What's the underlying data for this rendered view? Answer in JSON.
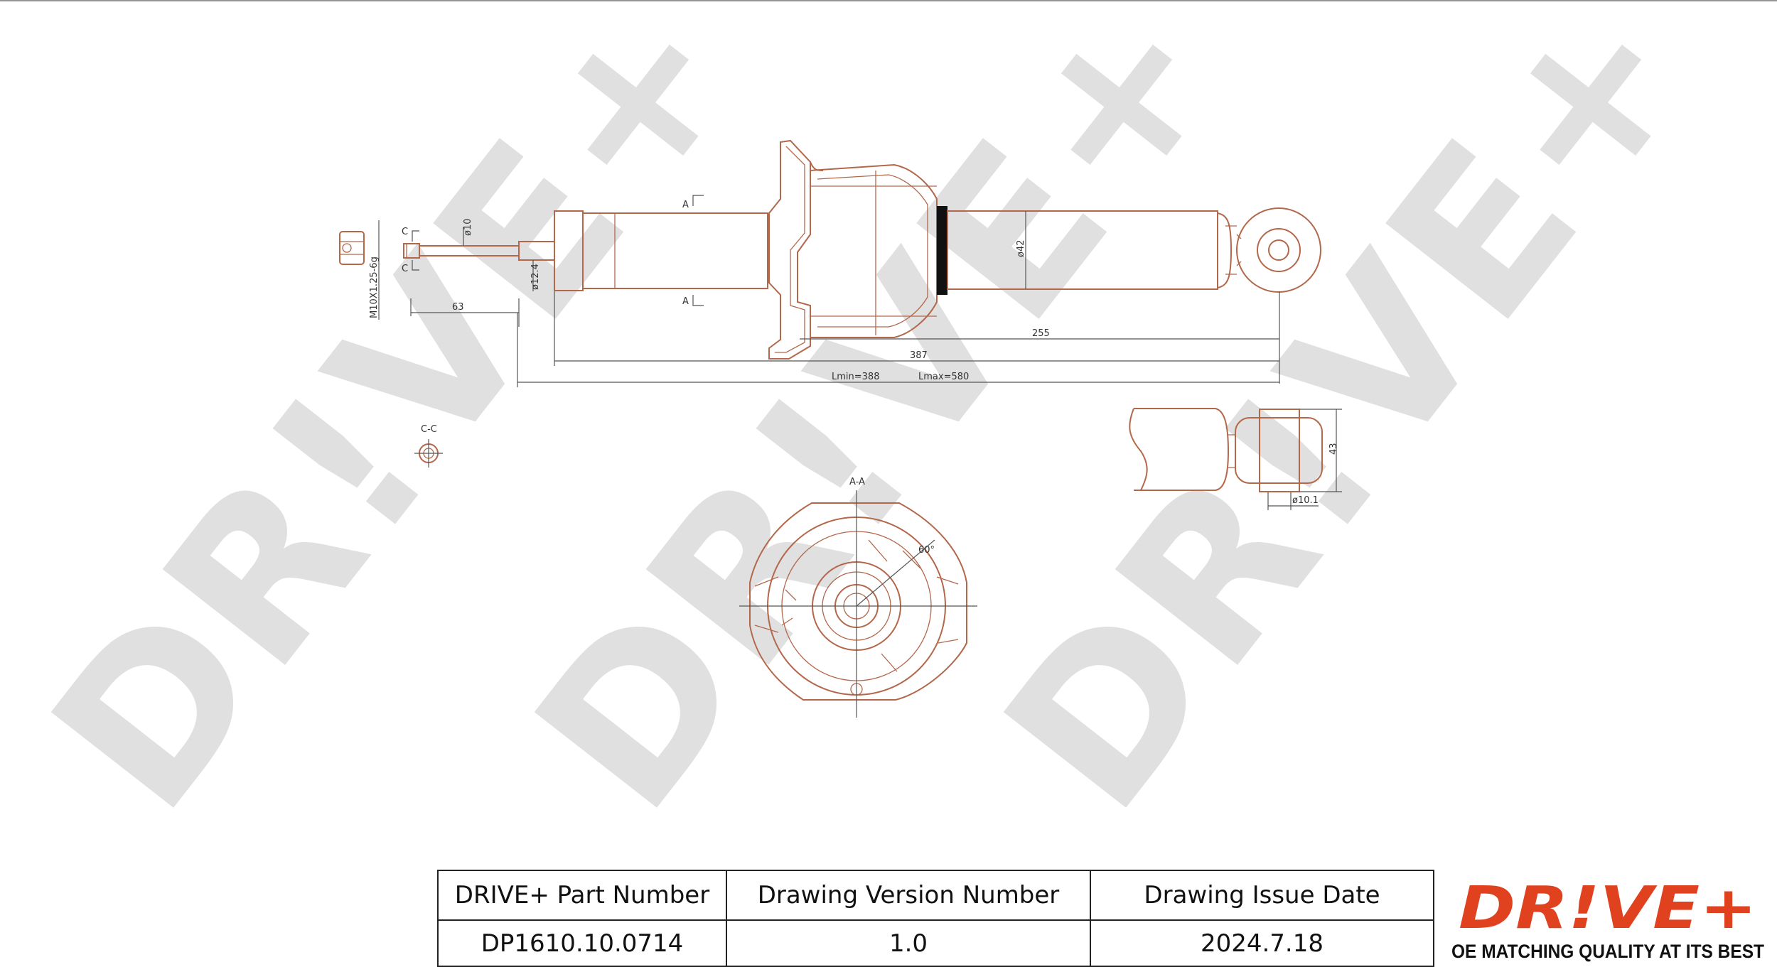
{
  "watermark": {
    "text": "DR!VE+",
    "color": "#e0e0e0"
  },
  "drawing": {
    "labels": {
      "thread": "M10X1.25-6g",
      "dia_10": "ø10",
      "dia_12_4": "ø12.4",
      "dia_42": "ø42",
      "dim_63": "63",
      "dim_255": "255",
      "dim_387": "387",
      "lmin": "Lmin=388",
      "lmax": "Lmax=580",
      "section_c": "C-C",
      "section_a": "A-A",
      "mark_a": "A",
      "mark_c": "C",
      "dim_43": "43",
      "dia_10_1": "ø10.1",
      "angle": "60°"
    },
    "line_color": "#b3674b"
  },
  "title_block": {
    "headers": [
      "DRIVE+ Part Number",
      "Drawing Version Number",
      "Drawing Issue Date"
    ],
    "values": [
      "DP1610.10.0714",
      "1.0",
      "2024.7.18"
    ]
  },
  "logo": {
    "mark": "DR!VE+",
    "tagline": "OE MATCHING QUALITY AT ITS BEST",
    "color": "#e0421f"
  }
}
